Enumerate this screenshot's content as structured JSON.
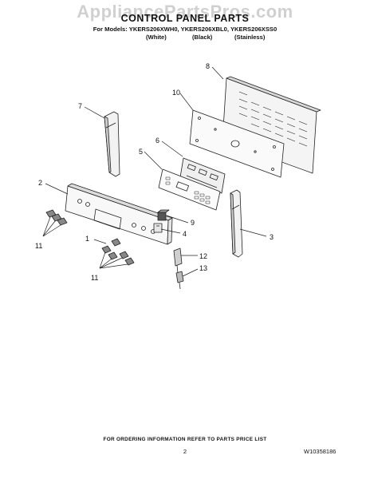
{
  "watermark": "AppliancePartsPros.com",
  "header": {
    "title": "CONTROL PANEL PARTS",
    "models_line": "For Models: YKERS206XWH0, YKERS206XBL0, YKERS206XSS0",
    "variants": [
      "(White)",
      "(Black)",
      "(Stainless)"
    ]
  },
  "callouts": {
    "c1": "1",
    "c2": "2",
    "c3": "3",
    "c4": "4",
    "c5": "5",
    "c6": "6",
    "c7": "7",
    "c8": "8",
    "c9": "9",
    "c10": "10",
    "c11a": "11",
    "c11b": "11",
    "c12": "12",
    "c13": "13"
  },
  "footer": {
    "ordering_note": "FOR ORDERING INFORMATION REFER TO PARTS PRICE LIST",
    "page_number": "2",
    "document_number": "W10358186"
  }
}
